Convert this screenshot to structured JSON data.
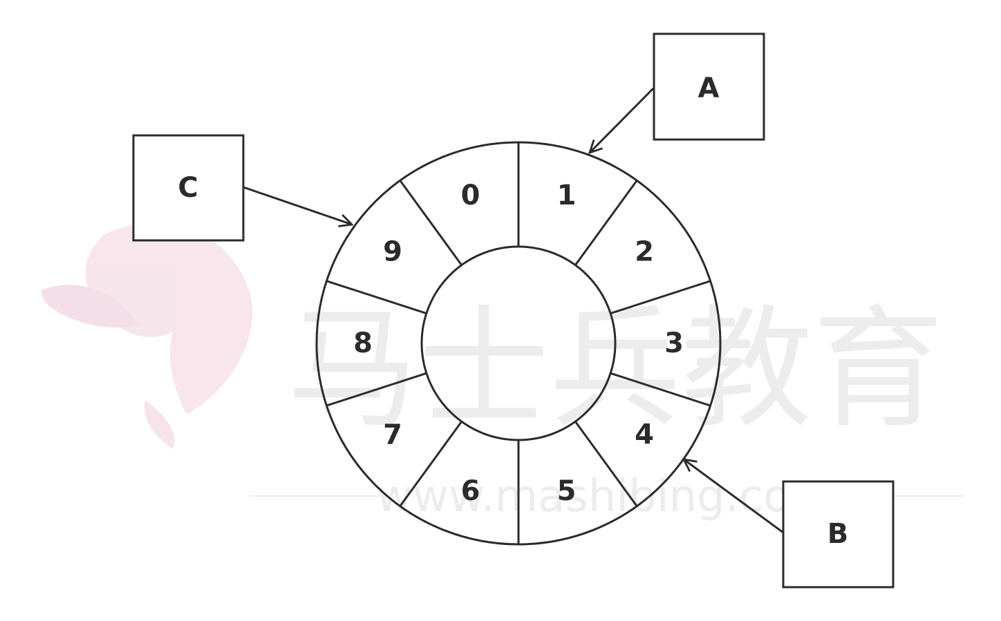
{
  "diagram": {
    "segments": [
      "0",
      "1",
      "2",
      "3",
      "4",
      "5",
      "6",
      "7",
      "8",
      "9"
    ],
    "nodes": [
      {
        "id": "A",
        "label": "A"
      },
      {
        "id": "B",
        "label": "B"
      },
      {
        "id": "C",
        "label": "C"
      }
    ]
  },
  "watermark": {
    "text": "马士兵教育",
    "url": "www.mashibing.com"
  },
  "colors": {
    "stroke": "#2b2b2b",
    "watermark": "#ececec",
    "logo": "#f7e3ea"
  }
}
